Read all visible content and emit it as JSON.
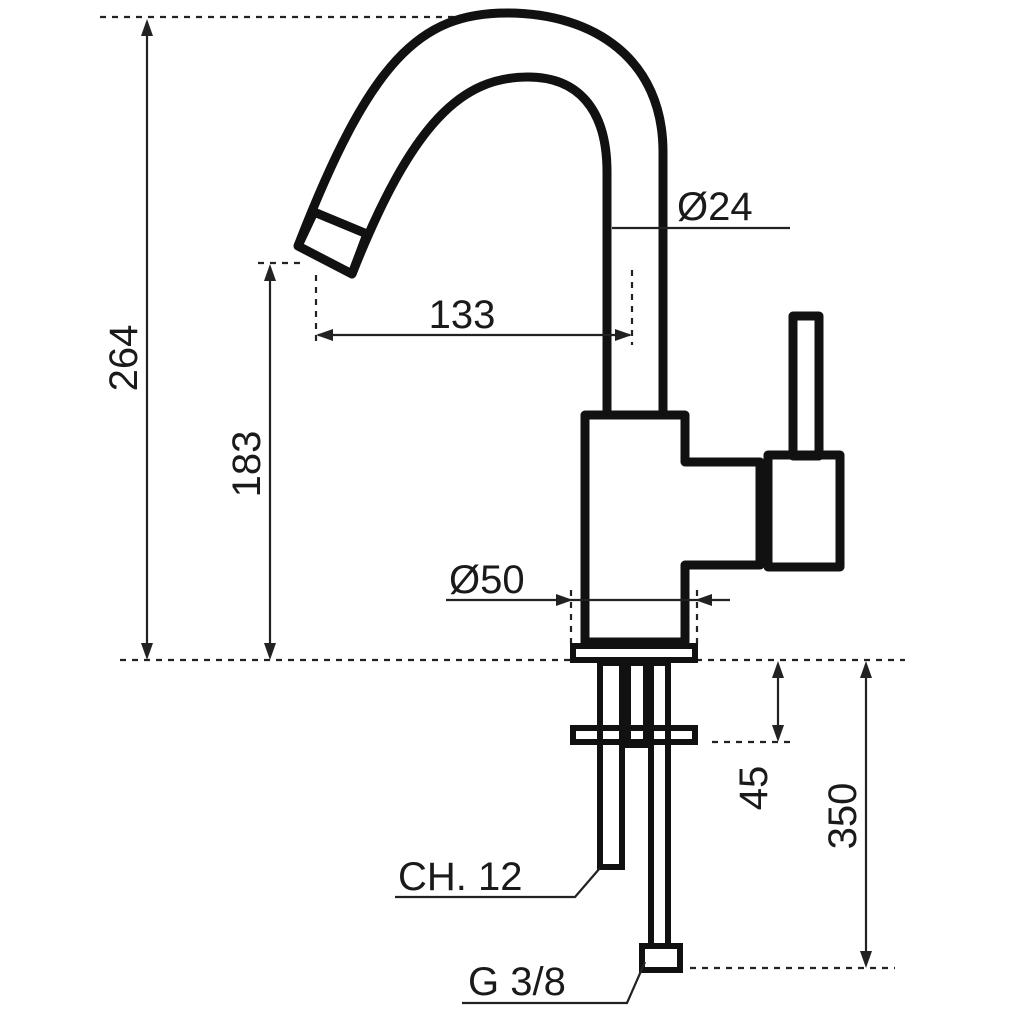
{
  "dimensions": {
    "total_height": "264",
    "spout_height": "183",
    "spout_reach": "133",
    "spout_diameter": "Ø24",
    "body_diameter": "Ø50",
    "max_deck_thickness": "45",
    "hose_length": "350",
    "nut_size": "CH. 12",
    "connection_thread": "G 3/8"
  },
  "colors": {
    "line": "#111111",
    "background": "#ffffff"
  }
}
